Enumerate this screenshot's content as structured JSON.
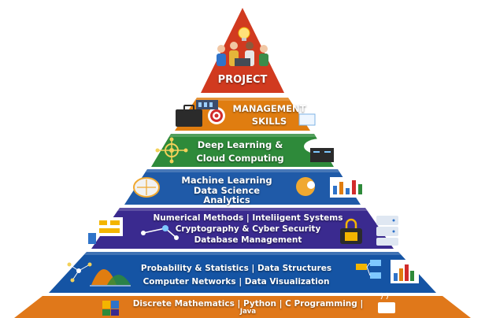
{
  "tiers": [
    {
      "lines": [
        "PROJECT"
      ],
      "color": "#d13a1f"
    },
    {
      "lines": [
        "MANAGEMENT",
        "SKILLS"
      ],
      "color": "#e07d10"
    },
    {
      "lines": [
        "Deep Learning &",
        "Cloud Computing"
      ],
      "color": "#2e8a3a"
    },
    {
      "lines": [
        "Machine Learning",
        "Data Science",
        "Analytics"
      ],
      "color": "#1f5aa8"
    },
    {
      "lines": [
        "Numerical Methods | Inteliigent Systems",
        "Cryptography & Cyber Security",
        "Database Management"
      ],
      "color": "#3a2a8f"
    },
    {
      "lines": [
        "Probability & Statistics | Data Structures",
        "Computer Networks | Data Visualization"
      ],
      "color": "#1554a4"
    },
    {
      "lines": [
        "Discrete Mathematics | Python | C Programming |",
        "Java"
      ],
      "color": "#e0781a"
    }
  ],
  "icons": [
    "lightbulb-icon",
    "team-people-icon",
    "briefcase-icon",
    "target-icon",
    "dashboard-icon",
    "neural-network-icon",
    "cloud-server-icon",
    "brain-icon",
    "head-profile-icon",
    "bar-chart-icon",
    "flowchart-icon",
    "molecule-network-icon",
    "database-icon",
    "padlock-icon",
    "graph-nodes-icon",
    "distribution-chart-icon",
    "hierarchy-diagram-icon",
    "colored-bar-chart-icon",
    "puzzle-icon",
    "coffee-cup-icon"
  ]
}
